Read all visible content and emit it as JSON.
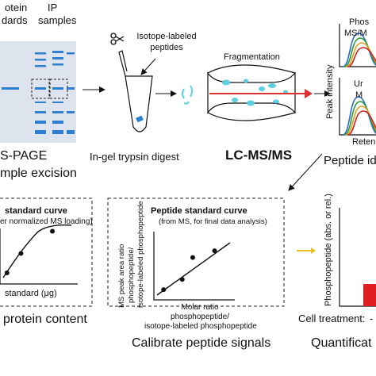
{
  "gel": {
    "col1_label_line1": "otein",
    "col1_label_line2": "dards",
    "col2_label_line1": "IP",
    "col2_label_line2": "samples",
    "caption_line1": "S-PAGE",
    "caption_line2": "mple excision",
    "gel_color": "#dde4ee",
    "band_color": "#2f7fd0"
  },
  "digest": {
    "peptides_label_line1": "Isotope-labeled",
    "peptides_label_line2": "peptides",
    "caption": "In-gel trypsin digest",
    "tube_fill": "#ffffff",
    "piece_color": "#2f7fd0"
  },
  "fragmentation": {
    "label": "Fragmentation",
    "ion_color": "#5ccfe0",
    "beam_color": "#e03030",
    "title": "LC-MS/MS"
  },
  "spectra": {
    "top_label_line1": "Phos",
    "top_label_line2": "MS/M",
    "bottom_label_line1": "Ur",
    "bottom_label_line2": "M",
    "y_axis_label": "Peak intensity",
    "x_axis_label": "Reten",
    "curve_colors": [
      "#2a6cc8",
      "#2a9a3a",
      "#e0a020",
      "#d02020"
    ]
  },
  "peptide_id": {
    "label": "Peptide id"
  },
  "protein_curve": {
    "title": "standard curve",
    "subtitle": "er normalized MS loading)",
    "x_label": "standard (μg)",
    "caption": "protein content",
    "points": [
      {
        "x": 0.1,
        "y": 0.2
      },
      {
        "x": 0.3,
        "y": 0.55
      },
      {
        "x": 0.75,
        "y": 0.95
      }
    ]
  },
  "peptide_curve": {
    "title": "Peptide standard curve",
    "subtitle": "(from MS, for final data analysis)",
    "y_label_line1": "MS peak area ratio",
    "y_label_line2": "phosphopeptide/",
    "y_label_line3": "isotope-labeled phosphopeptide",
    "x_label_line1": "Molar ratio",
    "x_label_line2": "phosphopeptide/",
    "x_label_line3": "isotope-labeled phosphopeptide",
    "caption": "Calibrate peptide signals",
    "points": [
      {
        "x": 0.12,
        "y": 0.15
      },
      {
        "x": 0.35,
        "y": 0.3
      },
      {
        "x": 0.48,
        "y": 0.62
      },
      {
        "x": 0.75,
        "y": 0.72
      }
    ]
  },
  "quant": {
    "y_label": "Phosphopeptide (abs. or rel.)",
    "x_prefix": "Cell treatment:",
    "x_tick": "-",
    "caption": "Quantificat",
    "bar_color": "#e02020"
  },
  "arrow_color": "#e8c020"
}
